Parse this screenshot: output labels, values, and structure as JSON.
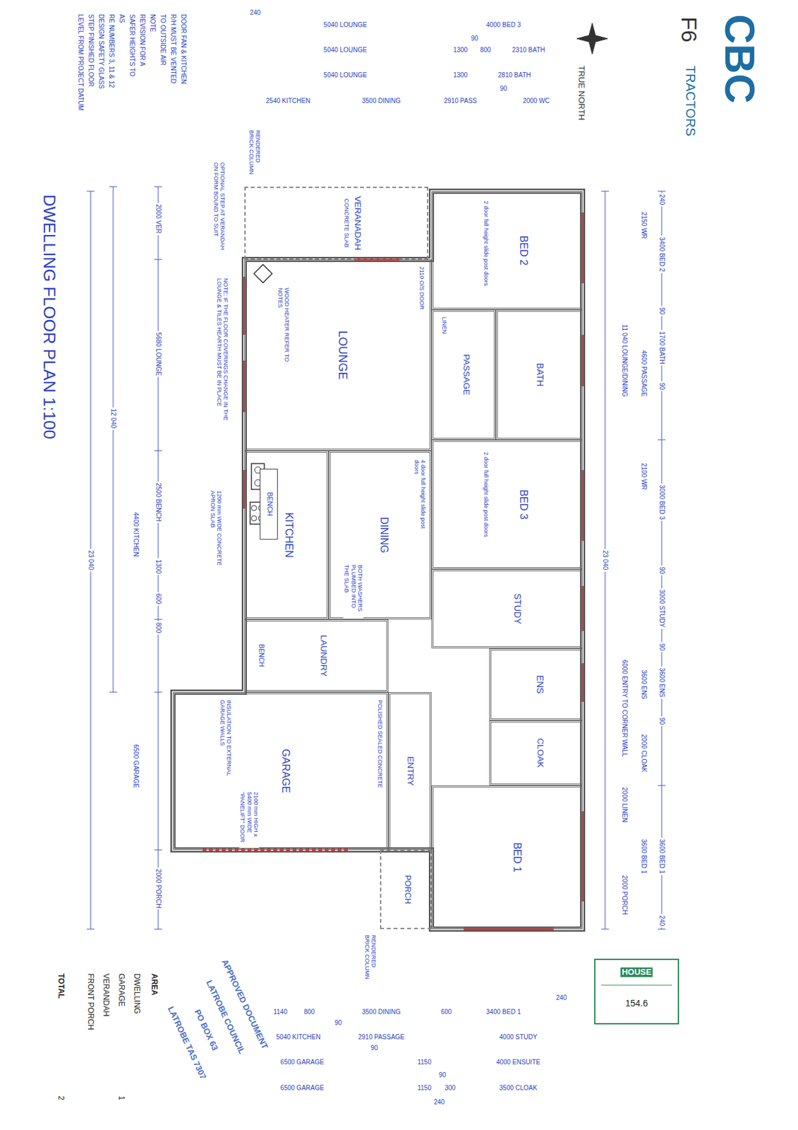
{
  "diagram": {
    "title": "DWELLING FLOOR PLAN 1:100",
    "nodes": [
      {
        "text": [
          "BED 2"
        ]
      },
      {
        "text": [
          "BATH"
        ]
      },
      {
        "text": [
          "PASSAGE"
        ]
      },
      {
        "text": [
          "BED 3"
        ]
      },
      {
        "text": [
          "STUDY"
        ]
      },
      {
        "text": [
          "ENS"
        ]
      },
      {
        "text": [
          "CLOAK"
        ]
      },
      {
        "text": [
          "BED 1"
        ]
      },
      {
        "text": [
          "VERANADAH",
          "CONCRETE SLAB"
        ]
      },
      {
        "text": [
          "LOUNGE"
        ]
      },
      {
        "text": [
          "DINING"
        ]
      },
      {
        "text": [
          "KITCHEN"
        ]
      },
      {
        "text": [
          "BENCH"
        ],
        "in": 11
      },
      {
        "text": [
          "LAUNDRY"
        ]
      },
      {
        "text": [
          "GARAGE"
        ]
      },
      {
        "text": [
          "ENTRY"
        ]
      },
      {
        "text": [
          "PORCH"
        ]
      }
    ],
    "labels": [
      "CBC",
      "F6",
      "TRACTORS",
      "TRUE NORTH",
      "240",
      "3400 BED 2",
      "90",
      "1700 BATH",
      "90",
      "3000 BED 3",
      "90",
      "3000 STUDY",
      "90",
      "3600 ENS",
      "90",
      "3600 BED 1",
      "240",
      "2150 WR",
      "4600 PASSAGE",
      "2100 WR",
      "3600 ENS",
      "2000 CLOAK",
      "3600 BED 1",
      "11 040 LOUNGE/DINING",
      "6000 ENTRY TO CORNER WALL",
      "2000 LINEN",
      "2000 PORCH",
      "23 040",
      "2000 VER",
      "5680 LOUNGE",
      "2500 BENCH",
      "1300",
      "600",
      "800",
      "2000 PORCH",
      "4400 KITCHEN",
      "6500 GARAGE",
      "12 040",
      "23 040",
      "DOOR FAN & KITCHEN",
      "R/H MUST BE VENTED",
      "TO OUTSIDE AIR",
      "NOTE",
      "REVISION FOR A",
      "SAFER HEIGHTS TO",
      "AS",
      "RE NUMBERS 3, 11 & 12",
      "DESIGN SAFETY GLASS",
      "STEP FINISHED FLOOR",
      "LEVEL FROM PROJECT DATUM",
      "2110 O/S DOOR",
      "WOOD HEATER REFER TO NOTES",
      "4 door full height slide post doors",
      "BOTH WASHERS PLUMBED INTO THE SLAB",
      "2 door full height slide post doors",
      "2 door full height slide post doors",
      "LINEN",
      "BENCH",
      "POLISHED SEALED CONCRETE",
      "2100 mm HIGH x 5400 mm WIDE \"PANELIFT\" DOOR",
      "INSULATION TO EXTERNAL GARAGE WALLS",
      "1200 mm WIDE CONCRETE APRON SLAB",
      "NOTE: IF THE FLOOR COVERINGS CHANGE IN THE LOUNGE & TILES HEARTH MUST BE IN PLACE",
      "OPTIONAL STEP AT VERANDAH ON FORM BOUND TO SUIT",
      "RENDERED BRICK COLUMN",
      "RENDERED BRICK COLUMN",
      "AREA",
      "DWELLING",
      "GARAGE",
      "VERANDAH",
      "FRONT PORCH",
      "TOTAL",
      "1",
      "2",
      "240",
      "5040 LOUNGE",
      "5040 LOUNGE",
      "5040 LOUNGE",
      "4000 BED 3",
      "90",
      "1300",
      "800",
      "2310 BATH",
      "1300",
      "2810 BATH",
      "90",
      "2540 KITCHEN",
      "3500 DINING",
      "2910 PASS",
      "2000 WC",
      "240",
      "1140",
      "800",
      "3500 DINING",
      "600",
      "3400 BED 1",
      "90",
      "5040 KITCHEN",
      "2910 PASSAGE",
      "4000 STUDY",
      "90",
      "6500 GARAGE",
      "1150",
      "4000 ENSUITE",
      "90",
      "6500 GARAGE",
      "1150",
      "300",
      "3500 CLOAK",
      "240",
      "APPROVED DOCUMENT",
      "LATROBE COUNCIL",
      "PO BOX 63",
      "LATROBE TAS 7307",
      "HOUSE",
      "154.6"
    ]
  }
}
